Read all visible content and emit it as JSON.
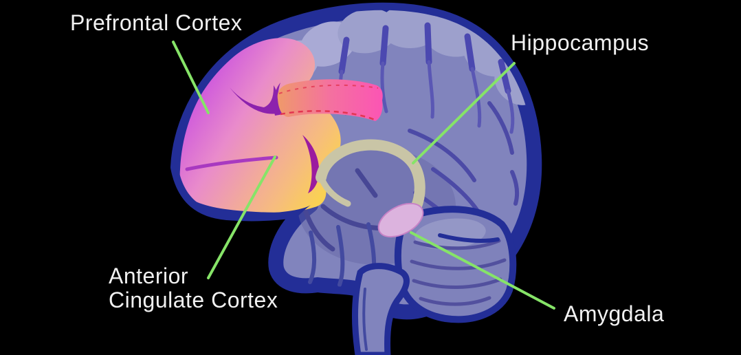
{
  "diagram": {
    "labels": {
      "prefrontal": "Prefrontal Cortex",
      "hippocampus": "Hippocampus",
      "acc_line1": "Anterior",
      "acc_line2": "Cingulate Cortex",
      "amygdala": "Amygdala"
    },
    "colors": {
      "background": "#000000",
      "label_text": "#f1f1f1",
      "leader_line": "#86e468",
      "brain_outline": "#232e97",
      "cortex": "#8184bd",
      "cortex_light_gyri": "#9da0cc",
      "sulci": "#4b48b0",
      "cerebellum": "#7f82bb",
      "brainstem": "#8184bd",
      "prefrontal_gradient": [
        "#c94fe0",
        "#e98bcb",
        "#f1a89e",
        "#f6bc7e",
        "#fad153"
      ],
      "cingulate_band_gradient": [
        "#ef9a6a",
        "#f4719f",
        "#fb55b4"
      ],
      "band_edge_red": "#e23550",
      "crevice_purple": "#8c22ad",
      "hippocampus_tan": "#c9c5a6",
      "amygdala_fill": "#dcb3de",
      "amygdala_edge": "#c782c6"
    }
  }
}
